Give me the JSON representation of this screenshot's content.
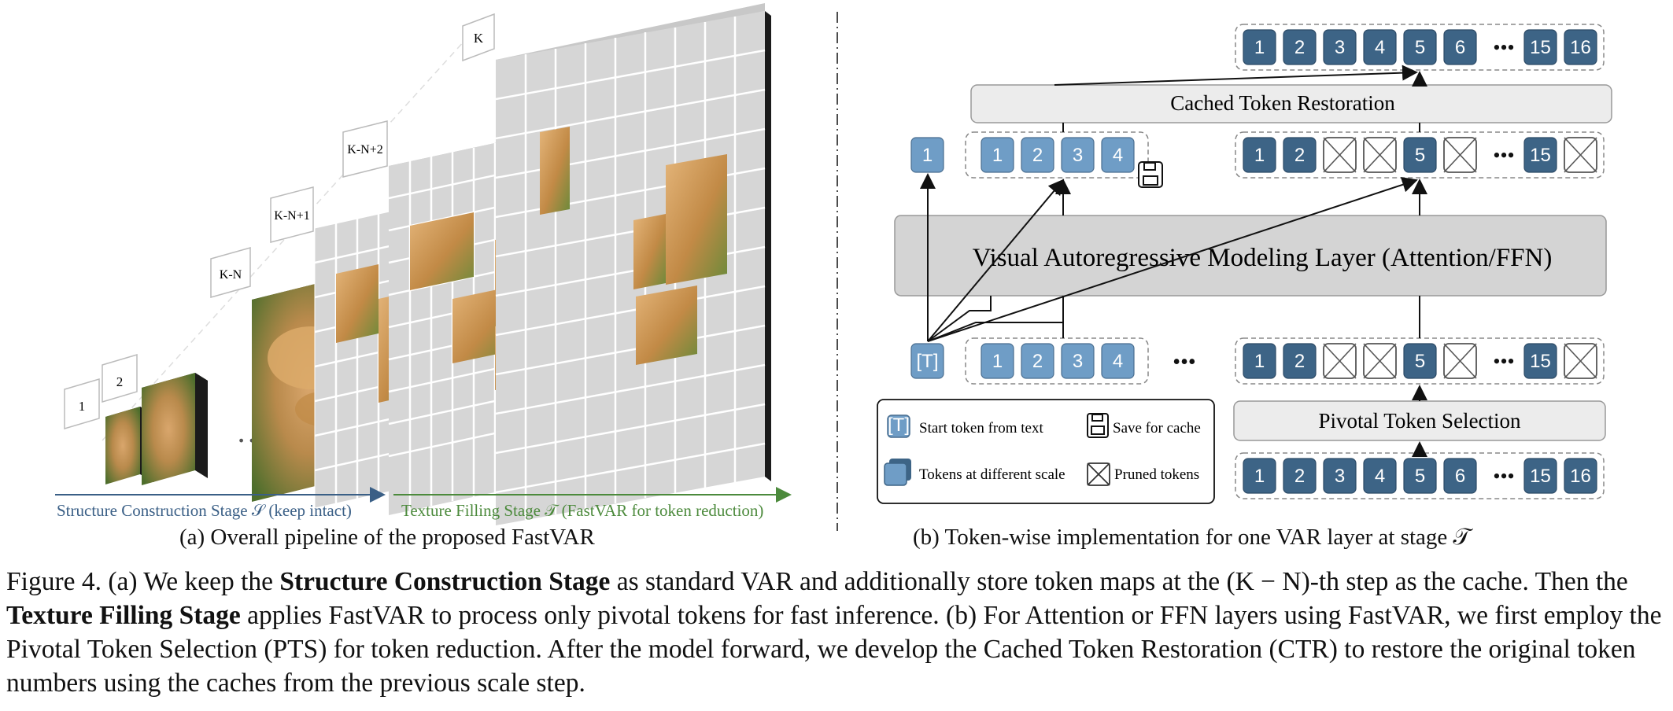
{
  "panel_a": {
    "scale_labels": [
      "1",
      "2",
      "K-N",
      "K-N+1",
      "K-N+2",
      "K"
    ],
    "ellipsis": "…",
    "structure_stage": "Structure Construction Stage 𝒮 (keep intact)",
    "texture_stage": "Texture Filling Stage 𝒯 (FastVAR for token reduction)",
    "subcaption": "(a) Overall pipeline of  the proposed FastVAR"
  },
  "panel_b": {
    "top_tokens": [
      "1",
      "2",
      "3",
      "4",
      "5",
      "6",
      "15",
      "16"
    ],
    "restoration": "Cached Token Restoration",
    "output_single": "1",
    "output_cached": [
      "1",
      "2",
      "3",
      "4"
    ],
    "output_pruned": [
      "1",
      "2",
      "×",
      "×",
      "5",
      "×",
      "15",
      "×"
    ],
    "var_layer": "Visual Autoregressive Modeling Layer (Attention/FFN)",
    "input_start": "[T]",
    "input_cached": [
      "1",
      "2",
      "3",
      "4"
    ],
    "input_pruned": [
      "1",
      "2",
      "×",
      "×",
      "5",
      "×",
      "15",
      "×"
    ],
    "pts": "Pivotal Token Selection",
    "bottom_tokens": [
      "1",
      "2",
      "3",
      "4",
      "5",
      "6",
      "15",
      "16"
    ],
    "dots": "•••",
    "legend": {
      "start_token": "Start token from text",
      "save_cache": "Save for cache",
      "tokens_scale": "Tokens at different scale",
      "pruned": "Pruned tokens"
    },
    "subcaption": "(b) Token-wise implementation for one VAR layer at stage 𝒯"
  },
  "caption": {
    "p1": "Figure 4. (a) We keep the ",
    "b1": "Structure Construction Stage",
    "p2": " as standard VAR and additionally store token maps at the (K − N)-th step as the cache. Then the ",
    "b2": "Texture Filling Stage",
    "p3": " applies FastVAR to process only pivotal tokens for fast inference. (b) For Attention or FFN layers using FastVAR, we first employ the Pivotal Token Selection (PTS) for token reduction. After the model forward, we develop the Cached Token Restoration (CTR) to restore the original token numbers using the caches from the previous scale step."
  },
  "colors": {
    "dark_token": "#3d6486",
    "light_token": "#6f9dc6",
    "grid": "#d3d3d3",
    "arrow_structure": "#3a5f86",
    "arrow_texture": "#4c8a3c"
  }
}
